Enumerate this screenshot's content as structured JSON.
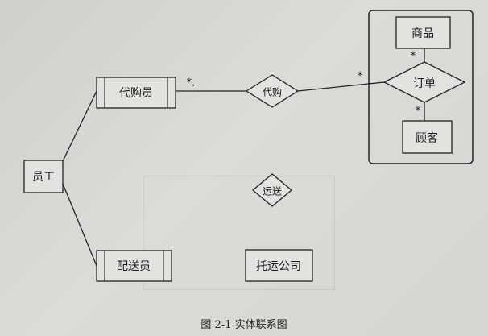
{
  "entities": {
    "employee": "员工",
    "purchaser": "代购员",
    "deliverer": "配送员",
    "product": "商品",
    "customer": "顾客",
    "shipping_company": "托运公司"
  },
  "relationships": {
    "purchase": "代购",
    "order": "订单",
    "transport": "运送"
  },
  "multiplicity": {
    "purchaser_side": "*.",
    "order_side": "*",
    "product_side": "*",
    "customer_side": "*"
  },
  "caption": "图 2-1  实体联系图"
}
